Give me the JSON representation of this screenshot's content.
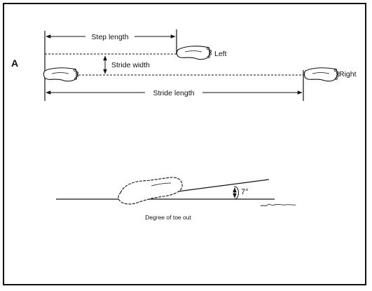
{
  "figure": {
    "panel_label": "A",
    "labels": {
      "step_length": "Step length",
      "stride_width": "Stride width",
      "stride_length": "Stride length",
      "left": "Left",
      "right": "Right",
      "angle": "7°",
      "toe_out_caption": "Degree of toe out"
    },
    "colors": {
      "ink": "#111111",
      "background": "#ffffff"
    }
  }
}
